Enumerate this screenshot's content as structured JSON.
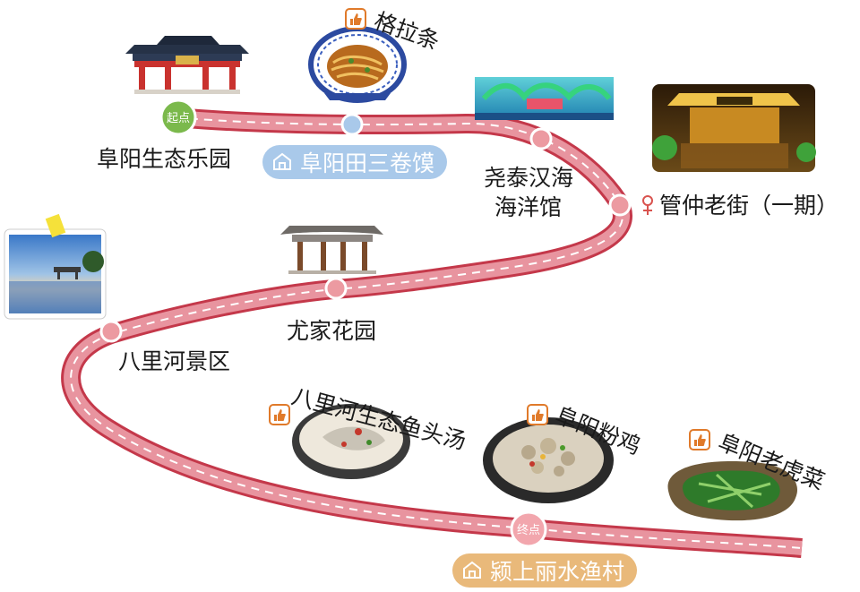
{
  "route": {
    "start_badge": "起点",
    "end_badge": "终点",
    "colors": {
      "road": "#e58a98",
      "road_edge": "#c4384a",
      "dash": "#ffffff",
      "stop": "#ec9aa1",
      "start": "#7bb94c",
      "food_stop": "#a9c9ea"
    }
  },
  "stops": {
    "shengtai": "阜阳生态乐园",
    "juanmo": "阜阳田三卷馍",
    "haiyang_line1": "尧泰汉海",
    "haiyang_line2": "海洋馆",
    "guanzhong": "管仲老街（一期）",
    "youjia": "尤家花园",
    "balihe": "八里河景区",
    "yushang": "颍上丽水渔村"
  },
  "foods": {
    "gelaoge": "格拉条",
    "yutou": "八里河生态鱼头汤",
    "fenji": "阜阳粉鸡",
    "laohucai": "阜阳老虎菜"
  },
  "icons": [
    "like-icon",
    "shop-icon",
    "location-icon",
    "pin-icon"
  ]
}
